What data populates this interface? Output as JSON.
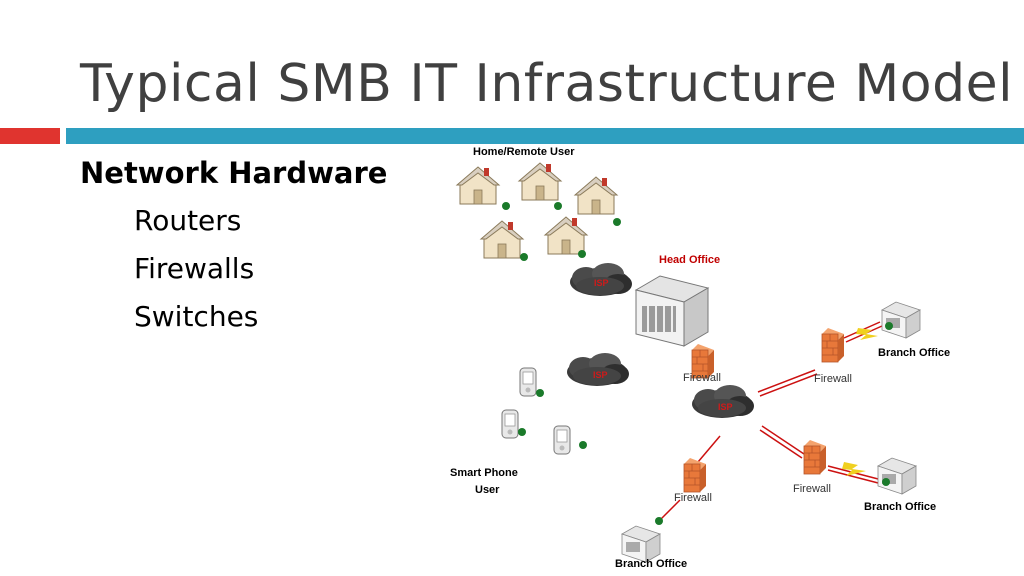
{
  "slide": {
    "title": "Typical SMB IT Infrastructure Model",
    "heading": "Network Hardware",
    "bullets": [
      "Routers",
      "Firewalls",
      "Switches"
    ]
  },
  "diagram": {
    "home_remote_user_label": "Home/Remote User",
    "head_office_label": "Head Office",
    "smart_phone_label_line1": "Smart Phone",
    "smart_phone_label_line2": "User",
    "isp_label": "ISP",
    "firewall_label": "Firewall",
    "branch_office_label": "Branch Office"
  },
  "colors": {
    "accent_red": "#e0342f",
    "accent_blue": "#2e9fc0",
    "title_gray": "#404040",
    "link_red": "#cc1111",
    "status_green": "#1a7a2a",
    "firewall_orange": "#e8783a"
  }
}
